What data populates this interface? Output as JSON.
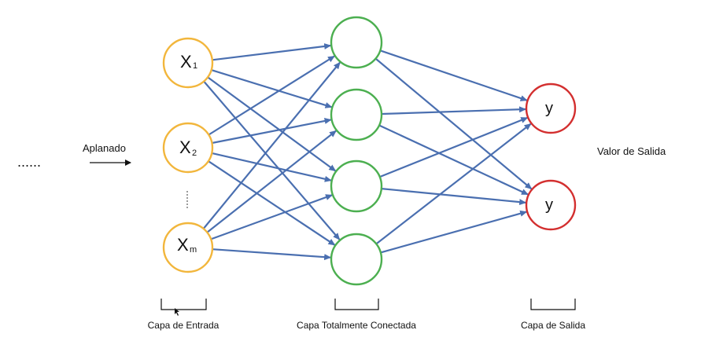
{
  "diagram": {
    "colors": {
      "edge": "#4a6fb0",
      "input_node": "#f2b63c",
      "hidden_node": "#4caf50",
      "output_node": "#d32f2f",
      "text": "#111111"
    },
    "left_dots": "......",
    "flatten_label": "Aplanado",
    "output_value_label": "Valor de Salida",
    "input_nodes": [
      {
        "main": "X",
        "sub": "1"
      },
      {
        "main": "X",
        "sub": "2"
      },
      {
        "main": "X",
        "sub": "m"
      }
    ],
    "hidden_node_count": 4,
    "output_nodes": [
      {
        "label": "y"
      },
      {
        "label": "y"
      }
    ],
    "layers": [
      {
        "label": "Capa de Entrada"
      },
      {
        "label": "Capa Totalmente Conectada"
      },
      {
        "label": "Capa de Salida"
      }
    ]
  }
}
